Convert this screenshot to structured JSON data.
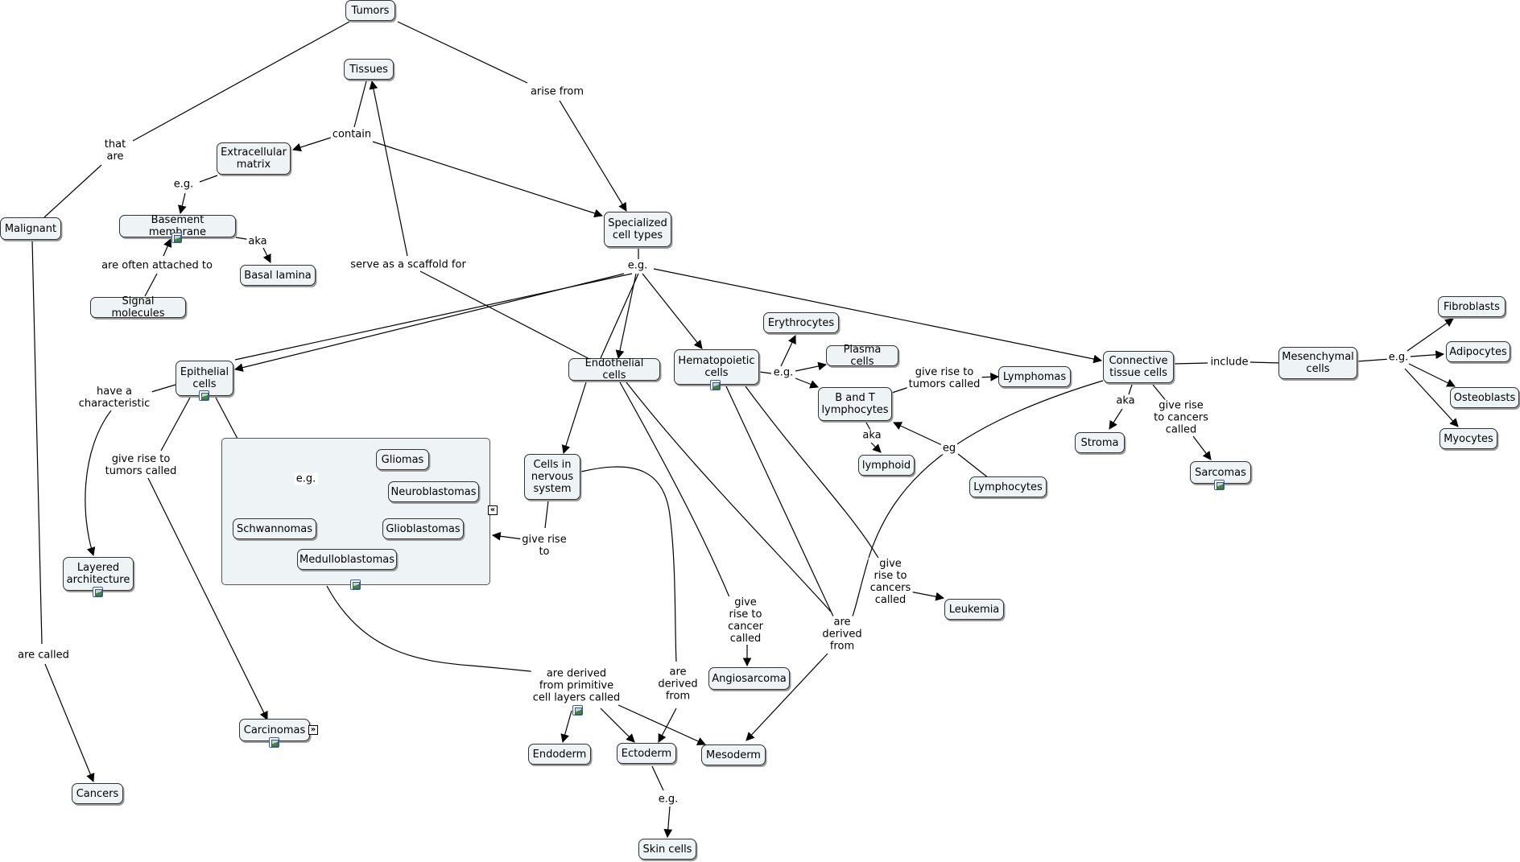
{
  "nodes": {
    "tumors": "Tumors",
    "tissues": "Tissues",
    "extracellular_matrix": "Extracellular\nmatrix",
    "basement_membrane": "Basement membrane",
    "basal_lamina": "Basal lamina",
    "signal_molecules": "Signal molecules",
    "malignant": "Malignant",
    "specialized_cell_types": "Specialized\ncell types",
    "epithelial_cells": "Epithelial\ncells",
    "endothelial_cells": "Endothelial cells",
    "hematopoietic_cells": "Hematopoietic\ncells",
    "erythrocytes": "Erythrocytes",
    "plasma_cells": "Plasma cells",
    "b_and_t_lymphocytes": "B and T\nlymphocytes",
    "lymphomas": "Lymphomas",
    "lymphoid": "lymphoid",
    "lymphocytes": "Lymphocytes",
    "connective_tissue_cells": "Connective\ntissue cells",
    "mesenchymal_cells": "Mesenchymal\ncells",
    "fibroblasts": "Fibroblasts",
    "adipocytes": "Adipocytes",
    "osteoblasts": "Osteoblasts",
    "myocytes": "Myocytes",
    "stroma": "Stroma",
    "sarcomas": "Sarcomas",
    "cells_in_nervous_system": "Cells in\nnervous\nsystem",
    "gliomas": "Gliomas",
    "neuroblastomas": "Neuroblastomas",
    "schwannomas": "Schwannomas",
    "glioblastomas": "Glioblastomas",
    "medulloblastomas": "Medulloblastomas",
    "layered_architecture": "Layered\narchitecture",
    "carcinomas": "Carcinomas",
    "cancers": "Cancers",
    "leukemia": "Leukemia",
    "angiosarcoma": "Angiosarcoma",
    "endoderm": "Endoderm",
    "ectoderm": "Ectoderm",
    "mesoderm": "Mesoderm",
    "skin_cells": "Skin cells"
  },
  "links": {
    "that_are": "that\nare",
    "arise_from": "arise from",
    "contain": "contain",
    "eg_ecm": "e.g.",
    "aka_basal": "aka",
    "often_attached": "are often attached to",
    "scaffold": "serve as a scaffold for",
    "eg_specialized": "e.g.",
    "have_characteristic": "have a\ncharacteristic",
    "give_rise_carcinomas": "give rise to\ntumors called",
    "are_called": "are called",
    "eg_hemato": "e.g.",
    "give_rise_lymphomas": "give rise to\ntumors called",
    "aka_lymphoid": "aka",
    "eg_lymphocytes": "eg",
    "include": "include",
    "eg_mesenchymal": "e.g.",
    "aka_stroma": "aka",
    "give_rise_sarcomas": "give rise\nto cancers\ncalled",
    "eg_group": "e.g.",
    "give_rise_to": "give rise\nto",
    "give_rise_leukemia": "give\nrise to\ncancers\ncalled",
    "give_rise_angiosarcoma": "give\nrise to\ncancer\ncalled",
    "derived_from_1": "are\nderived\nfrom",
    "derived_from_2": "are\nderived\nfrom",
    "derived_primitive": "are derived\nfrom primitive\ncell layers called",
    "eg_skin": "e.g."
  },
  "colors": {
    "node_fill": "#eef3f6",
    "node_border": "#333333",
    "edge": "#000000"
  }
}
